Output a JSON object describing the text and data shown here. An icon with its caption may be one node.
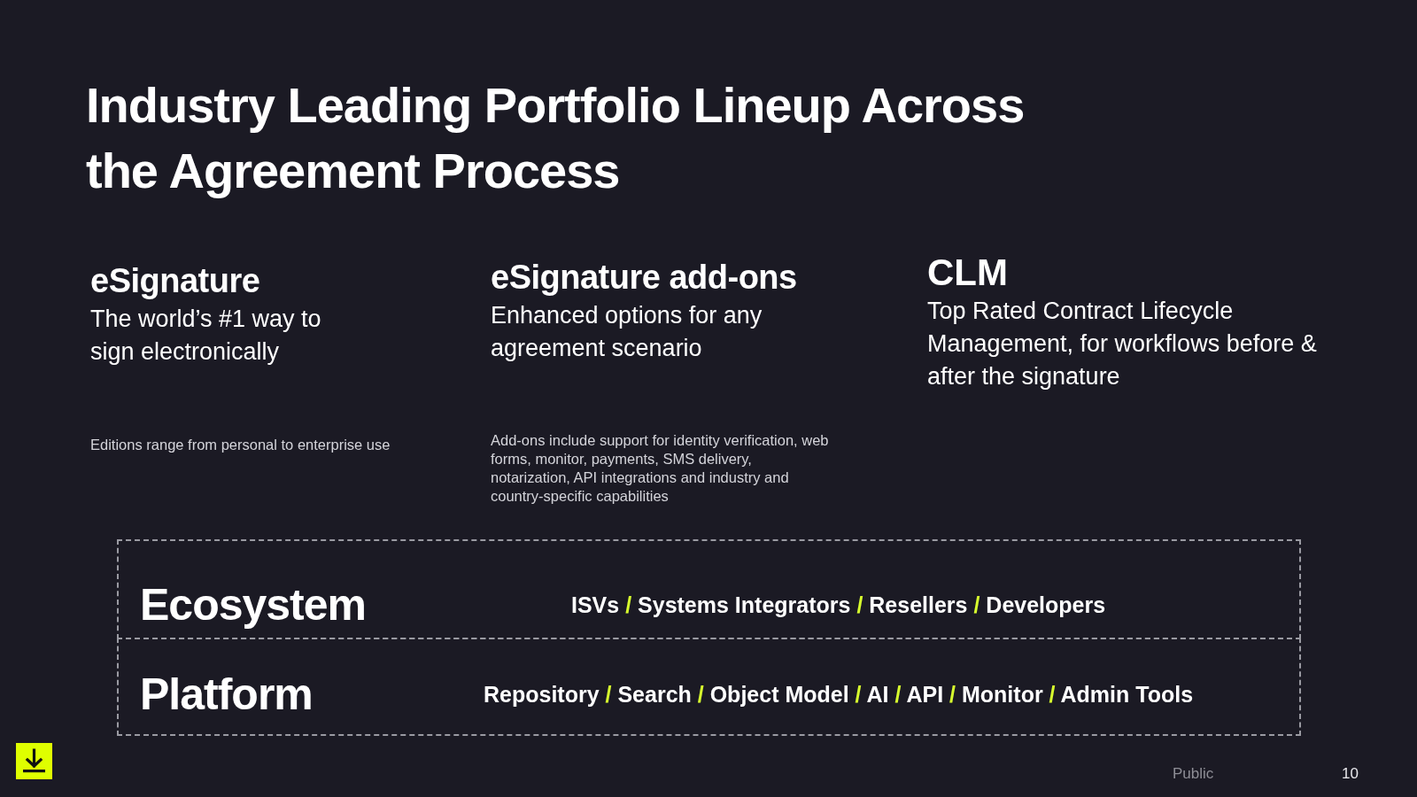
{
  "diagram": {
    "title": "Industry Leading Portfolio Lineup Across the Agreement Process",
    "nodes": [
      {
        "text": [
          "Ecosystem",
          "ISVs / Systems Integrators / Resellers / Developers"
        ]
      },
      {
        "text": [
          "Platform",
          "Repository / Search / Object Model / AI / API / Monitor / Admin Tools"
        ]
      }
    ],
    "edges": [],
    "labels": [
      "eSignature",
      "The world’s #1 way to sign electronically",
      "Editions range from personal to enterprise use",
      "eSignature add-ons",
      "Enhanced options for any agreement scenario",
      "Add-ons include support for identity verification, web forms, monitor, payments, SMS delivery, notarization, API integrations and industry and country-specific capabilities",
      "CLM",
      "Top Rated Contract Lifecycle Management, for workflows before & after the signature",
      "Public",
      "10"
    ]
  }
}
